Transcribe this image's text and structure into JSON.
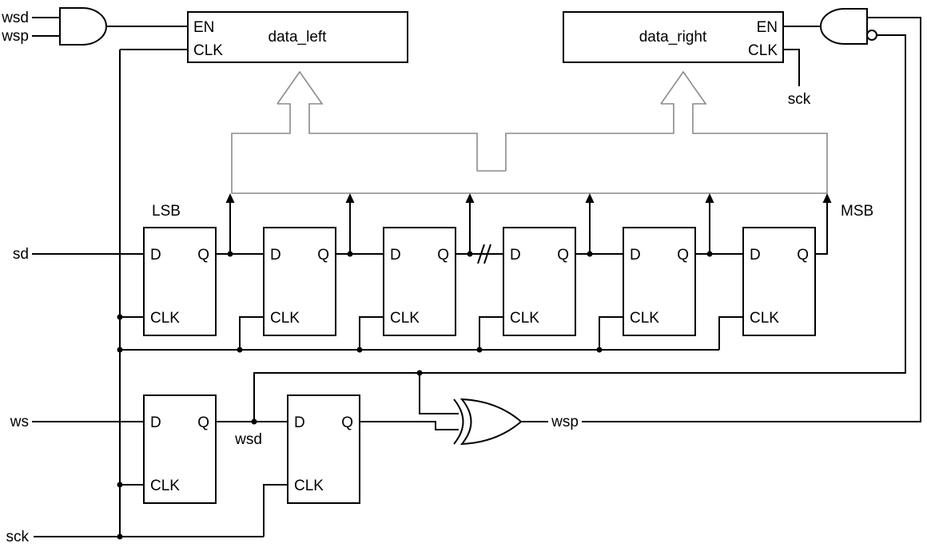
{
  "signals": {
    "wsd": "wsd",
    "wsp": "wsp",
    "sd": "sd",
    "ws": "ws",
    "sck": "sck",
    "lsb": "LSB",
    "msb": "MSB"
  },
  "registers": {
    "left": {
      "name": "data_left",
      "en_label": "EN",
      "clk_label": "CLK"
    },
    "right": {
      "name": "data_right",
      "en_label": "EN",
      "clk_label": "CLK"
    }
  },
  "flipflop": {
    "d_label": "D",
    "q_label": "Q",
    "clk_label": "CLK"
  },
  "colors": {
    "wire": "#000000",
    "load_bus_outline": "#8a8a8a",
    "background": "#ffffff"
  }
}
